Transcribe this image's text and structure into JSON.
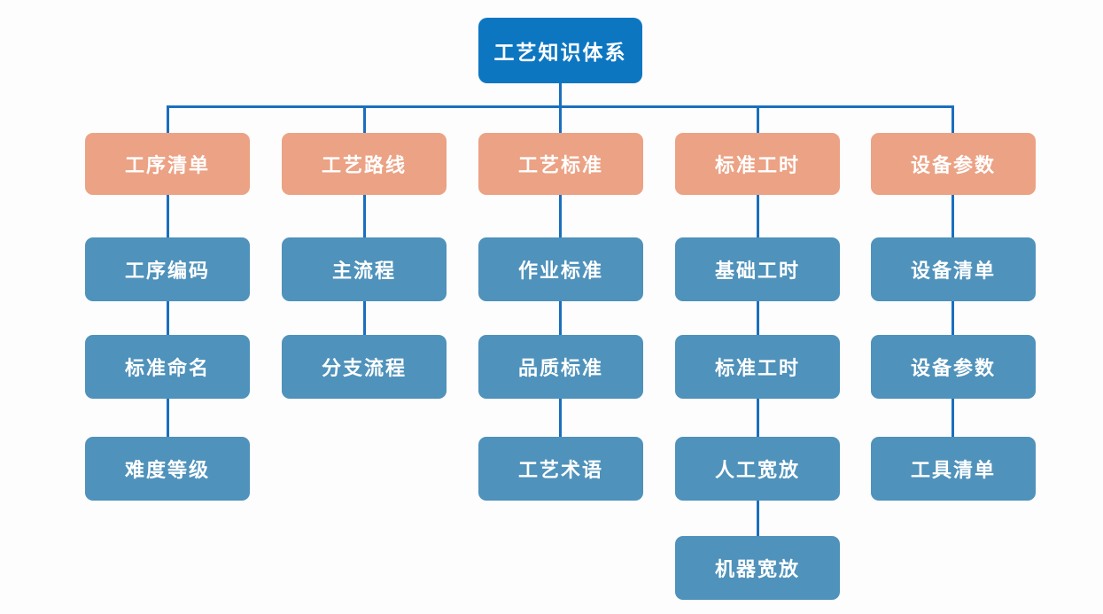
{
  "diagram": {
    "title": "工艺知识体系",
    "colors": {
      "root_fill": "#0d76c1",
      "branch_fill": "#eca284",
      "child_fill": "#4f92bb",
      "line": "#1a6fbe",
      "text": "#ffffff",
      "background": "#fdfdfd"
    },
    "root": {
      "label": "工艺知识体系"
    },
    "branches": [
      {
        "label": "工序清单",
        "children": [
          "工序编码",
          "标准命名",
          "难度等级"
        ]
      },
      {
        "label": "工艺路线",
        "children": [
          "主流程",
          "分支流程"
        ]
      },
      {
        "label": "工艺标准",
        "children": [
          "作业标准",
          "品质标准",
          "工艺术语"
        ]
      },
      {
        "label": "标准工时",
        "children": [
          "基础工时",
          "标准工时",
          "人工宽放",
          "机器宽放"
        ]
      },
      {
        "label": "设备参数",
        "children": [
          "设备清单",
          "设备参数",
          "工具清单"
        ]
      }
    ]
  }
}
